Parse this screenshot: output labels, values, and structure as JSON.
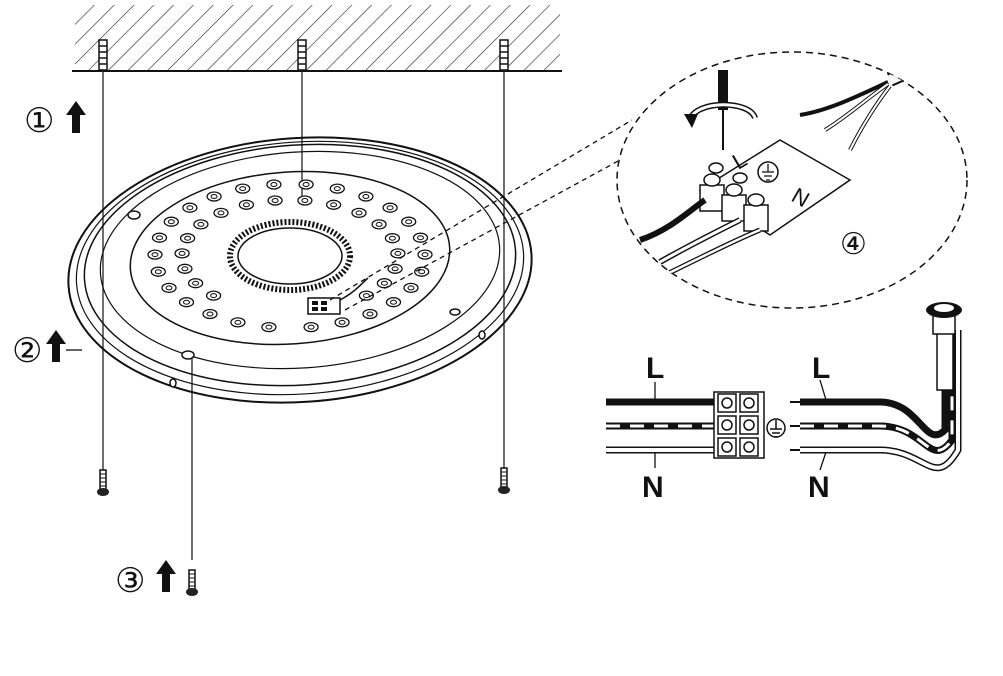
{
  "steps": [
    {
      "symbol": "①"
    },
    {
      "symbol": "②"
    },
    {
      "symbol": "③"
    },
    {
      "symbol": "④"
    }
  ],
  "terminal_block_letters": {
    "live": "L",
    "neutral": "N"
  },
  "wiring": {
    "left_live_label": "L",
    "left_neutral_label": "N",
    "right_live_label": "L",
    "right_neutral_label": "N"
  }
}
